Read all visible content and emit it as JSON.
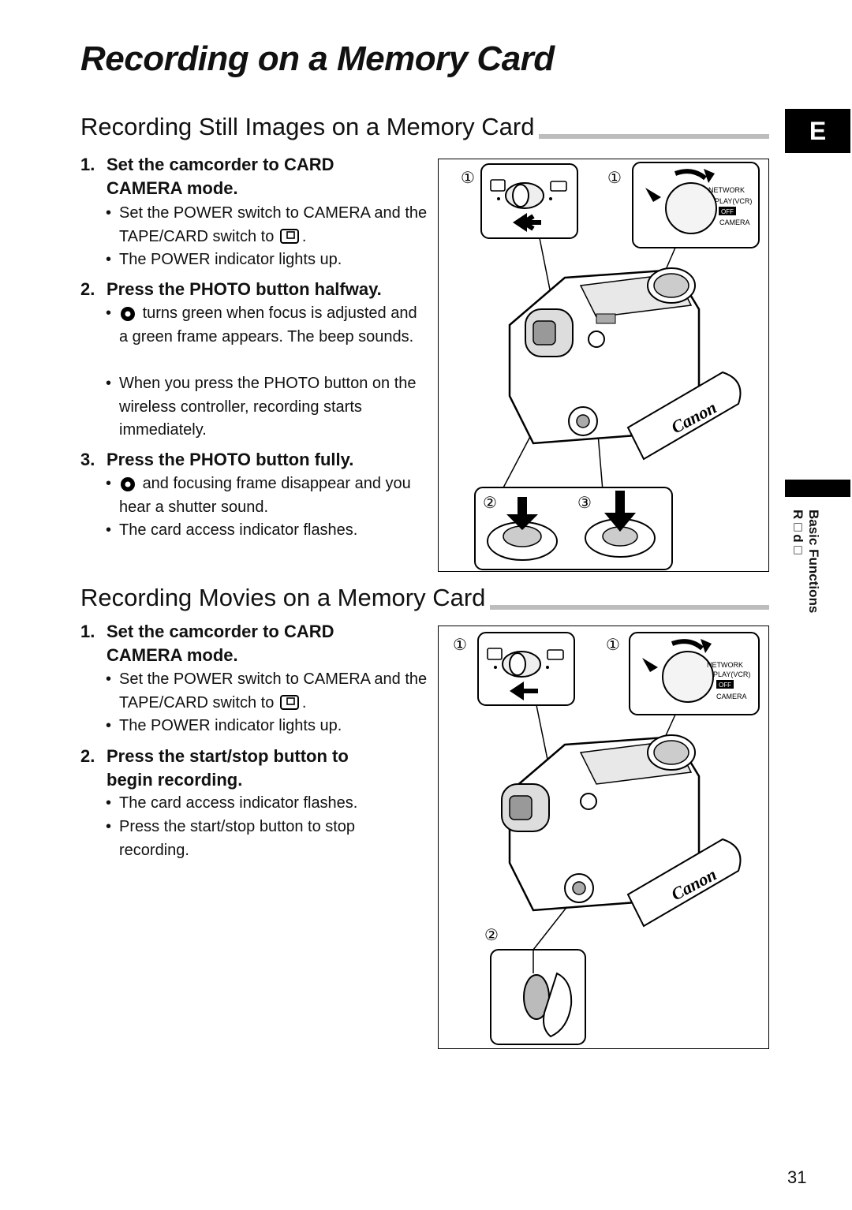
{
  "page": {
    "title": "Recording on a Memory Card",
    "tab_letter": "E",
    "side_label": "Basic Functions",
    "side_sub": "R□d□",
    "page_number": "31"
  },
  "still": {
    "heading": "Recording Still Images on a Memory Card",
    "step1": {
      "num": "1.",
      "title_line1": "Set the camcorder to CARD",
      "title_line2": "CAMERA mode.",
      "b1": "Set the POWER switch to CAMERA and the TAPE/CARD switch to",
      "b1_end": ".",
      "b2": "The POWER indicator lights up."
    },
    "step2": {
      "num": "2.",
      "title": "Press the PHOTO button halfway.",
      "b1": "turns green when focus is adjusted and a green frame appears. The beep sounds.",
      "b2": "When you press the PHOTO button on the wireless controller, recording starts immediately."
    },
    "step3": {
      "num": "3.",
      "title": "Press the PHOTO button fully.",
      "b1": "and focusing frame disappear and you hear a shutter sound.",
      "b2": "The card access indicator flashes."
    }
  },
  "movie": {
    "heading": "Recording Movies on a Memory Card",
    "step1": {
      "num": "1.",
      "title_line1": "Set the camcorder to CARD",
      "title_line2": "CAMERA mode.",
      "b1": "Set the POWER switch to CAMERA and the TAPE/CARD switch to",
      "b1_end": ".",
      "b2": "The POWER indicator lights up."
    },
    "step2": {
      "num": "2.",
      "title_line1": "Press the start/stop button to",
      "title_line2": "begin recording.",
      "b1": "The card access indicator flashes.",
      "b2": "Press the start/stop button to stop recording."
    }
  },
  "figure": {
    "callout_1": "①",
    "callout_2": "②",
    "callout_3": "③",
    "dial_network": "NETWORK",
    "dial_play": "PLAY(VCR)",
    "dial_off": "OFF",
    "dial_camera": "CAMERA",
    "brand": "Canon"
  },
  "colors": {
    "rule": "#bdbdbd",
    "tab_bg": "#000000"
  }
}
